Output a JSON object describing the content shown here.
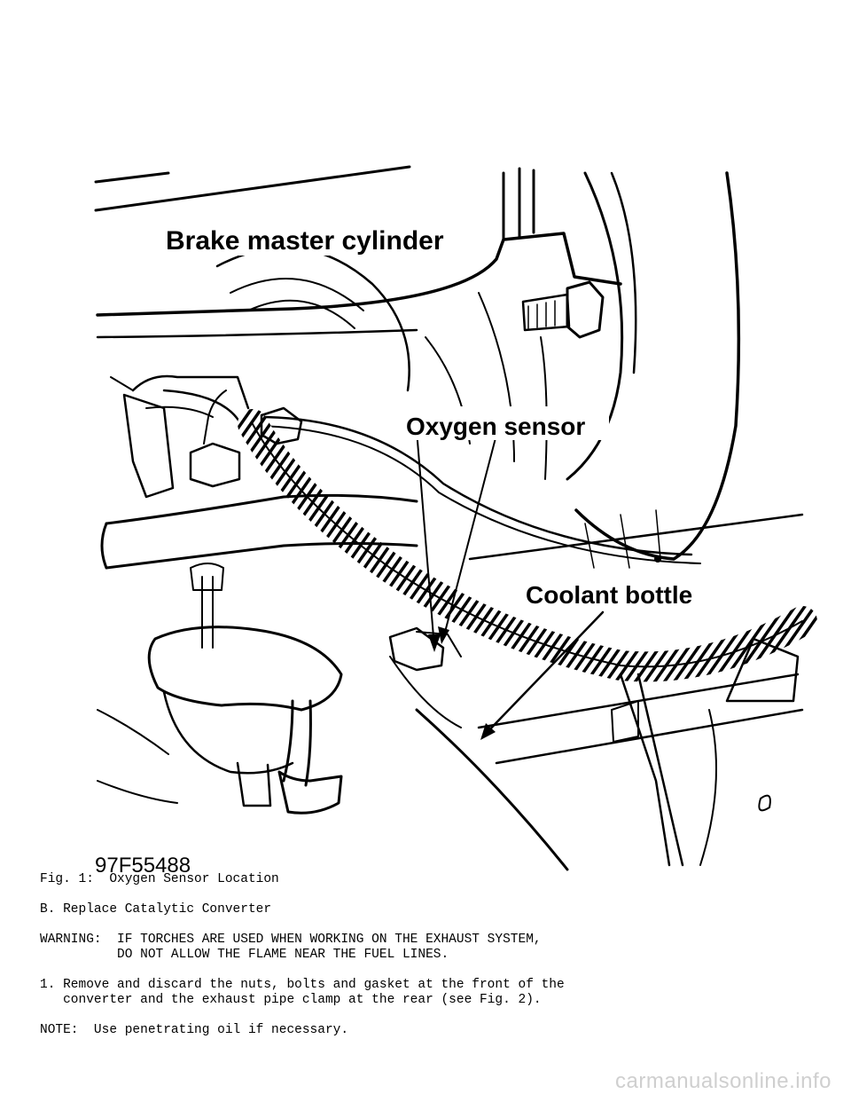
{
  "figure": {
    "label_brake": "Brake master cylinder",
    "label_oxygen": "Oxygen sensor",
    "label_coolant": "Coolant bottle",
    "figure_id": "97F55488"
  },
  "text": {
    "caption": "Fig. 1:  Oxygen Sensor Location",
    "section": "B. Replace Catalytic Converter",
    "warning_1": "WARNING:  IF TORCHES ARE USED WHEN WORKING ON THE EXHAUST SYSTEM,",
    "warning_2": "          DO NOT ALLOW THE FLAME NEAR THE FUEL LINES.",
    "step1_1": "1. Remove and discard the nuts, bolts and gasket at the front of the",
    "step1_2": "   converter and the exhaust pipe clamp at the rear (see Fig. 2).",
    "note": "NOTE:  Use penetrating oil if necessary."
  },
  "watermark": "carmanualsonline.info"
}
